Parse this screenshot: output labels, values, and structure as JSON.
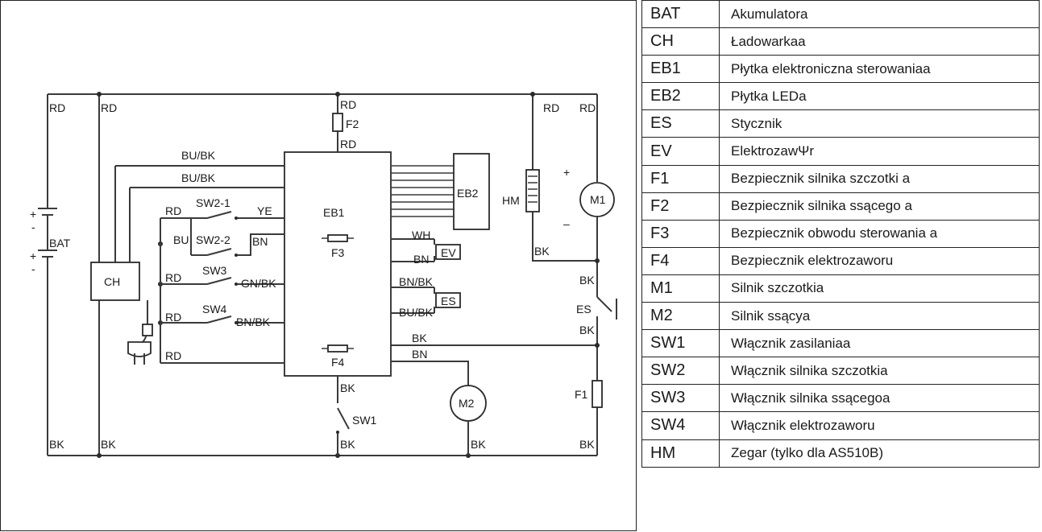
{
  "diagram": {
    "labels": {
      "rd1": "RD",
      "rd2": "RD",
      "rd3": "RD",
      "rd4": "RD",
      "rd5": "RD",
      "f2": "F2",
      "rd6": "RD",
      "bubk1": "BU/BK",
      "bubk2": "BU/BK",
      "eb1": "EB1",
      "eb2": "EB2",
      "hm": "HM",
      "m1": "M1",
      "m2": "M2",
      "plus1": "+",
      "minus1": "-",
      "bat": "BAT",
      "plus2": "+",
      "minus2": "-",
      "hm_plus": "+",
      "hm_minus": "–",
      "rd_sw21": "RD",
      "sw21": "SW2-1",
      "ye": "YE",
      "bu": "BU",
      "sw22": "SW2-2",
      "bn_sw22": "BN",
      "ch": "CH",
      "rd_sw3": "RD",
      "sw3": "SW3",
      "gnbk": "GN/BK",
      "rd_sw4": "RD",
      "sw4": "SW4",
      "bnbk_sw4": "BN/BK",
      "rd_bottom": "RD",
      "f3": "F3",
      "f4": "F4",
      "wh": "WH",
      "bn_ev": "BN",
      "ev": "EV",
      "bnbk_es": "BN/BK",
      "bubk_es": "BU/BK",
      "es_box": "ES",
      "bk_hm": "BK",
      "bk_r1": "BK",
      "es_sw": "ES",
      "bk_r2": "BK",
      "bk_mid": "BK",
      "bn_m2": "BN",
      "f1": "F1",
      "bk_sw1": "BK",
      "sw1": "SW1",
      "bk_b1": "BK",
      "bk_b2": "BK",
      "bk_b3": "BK",
      "bk_b4": "BK",
      "bk_b5": "BK"
    }
  },
  "legend": [
    {
      "code": "BAT",
      "desc": "Akumulatora"
    },
    {
      "code": "CH",
      "desc": "Ładowarkaa"
    },
    {
      "code": "EB1",
      "desc": "Płytka elektroniczna sterowaniaa"
    },
    {
      "code": "EB2",
      "desc": "Płytka LEDa"
    },
    {
      "code": "ES",
      "desc": "Stycznik"
    },
    {
      "code": "EV",
      "desc": "ElektrozawΨr"
    },
    {
      "code": "F1",
      "desc": "Bezpiecznik silnika szczotki a"
    },
    {
      "code": "F2",
      "desc": "Bezpiecznik silnika ssącego a"
    },
    {
      "code": "F3",
      "desc": "Bezpiecznik obwodu sterowania a"
    },
    {
      "code": "F4",
      "desc": "Bezpiecznik elektrozaworu"
    },
    {
      "code": "M1",
      "desc": "Silnik szczotkia"
    },
    {
      "code": "M2",
      "desc": "Silnik ssącya"
    },
    {
      "code": "SW1",
      "desc": "Włącznik zasilaniaa"
    },
    {
      "code": "SW2",
      "desc": "Włącznik silnika szczotkia"
    },
    {
      "code": "SW3",
      "desc": "Włącznik silnika ssącegoa"
    },
    {
      "code": "SW4",
      "desc": "Włącznik elektrozaworu"
    },
    {
      "code": "HM",
      "desc": "Zegar (tylko dla AS510B)"
    }
  ]
}
